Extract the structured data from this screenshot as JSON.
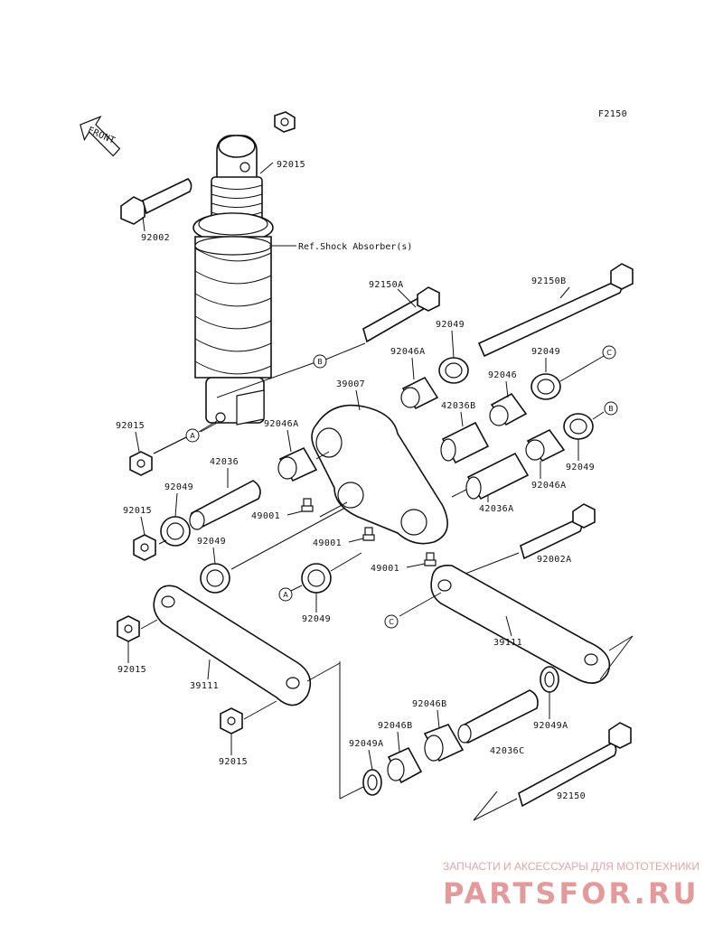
{
  "figure_code": "F2150",
  "front_label": "FRONT",
  "reference_note": "Ref.Shock Absorber(s)",
  "callout_letters": [
    "A",
    "B",
    "C"
  ],
  "part_labels": {
    "p92015_top": "92015",
    "p92002": "92002",
    "p92150A": "92150A",
    "p92150B": "92150B",
    "p92049_a": "92049",
    "p92046A_a": "92046A",
    "p92049_b": "92049",
    "p39007": "39007",
    "p42036B": "42036B",
    "p92046": "92046",
    "p92015_mid": "92015",
    "p92046A_b": "92046A",
    "p92049_c": "92049",
    "p42036": "42036",
    "p92049_d": "92049",
    "p92046A_c": "92046A",
    "p92015_left": "92015",
    "p49001_a": "49001",
    "p42036A": "42036A",
    "p92049_e": "92049",
    "p92002A": "92002A",
    "p49001_b": "49001",
    "p49001_c": "49001",
    "p92049_f": "92049",
    "p92015_low": "92015",
    "p39111_r": "39111",
    "p39111_l": "39111",
    "p92046B_a": "92046B",
    "p92049A_a": "92049A",
    "p92046B_b": "92046B",
    "p42036C": "42036C",
    "p92049A_b": "92049A",
    "p92015_bottom": "92015",
    "p92150": "92150"
  },
  "watermark": {
    "tagline": "ЗАПЧАСТИ И АКСЕССУАРЫ ДЛЯ МОТОТЕХНИКИ",
    "brand": "PARTSFOR.RU"
  },
  "colors": {
    "line": "#111111",
    "watermark": "#e49a9a",
    "background": "#ffffff"
  }
}
